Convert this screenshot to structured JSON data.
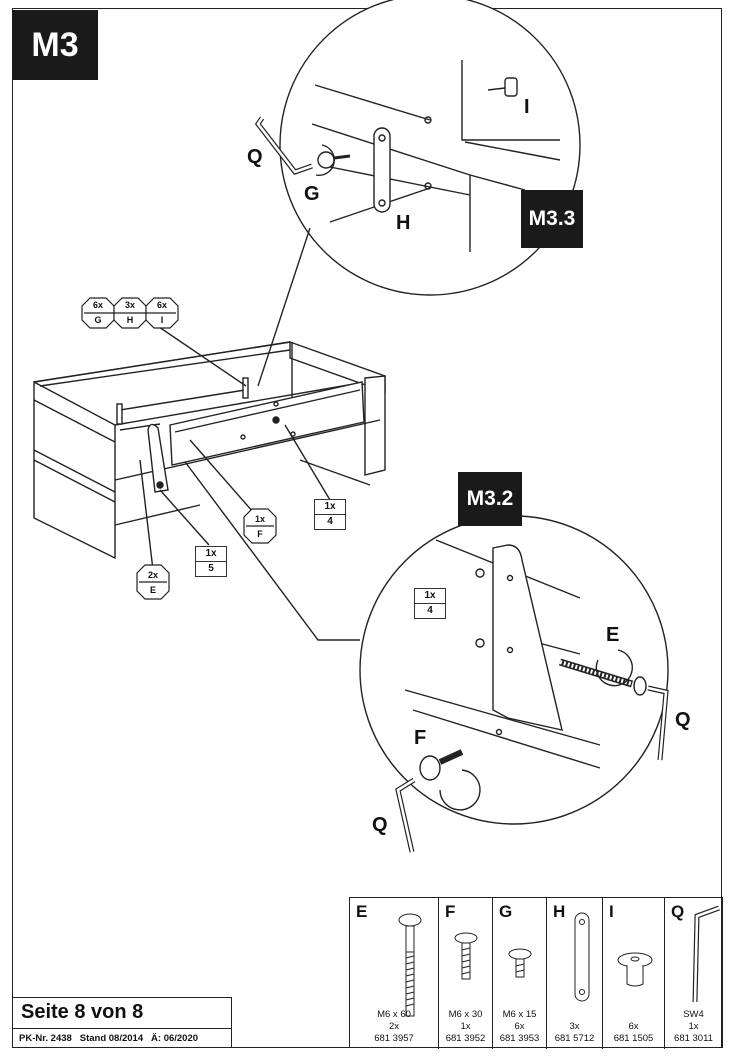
{
  "step": "M3",
  "substeps": {
    "top": "M3.3",
    "right": "M3.2"
  },
  "hardware_hex": [
    {
      "qty": "6x",
      "part": "G"
    },
    {
      "qty": "3x",
      "part": "H"
    },
    {
      "qty": "6x",
      "part": "I"
    }
  ],
  "callouts": {
    "f": {
      "qty": "1x",
      "part": "F"
    },
    "e": {
      "qty": "2x",
      "part": "E"
    },
    "p5": {
      "qty": "1x",
      "part": "5"
    },
    "p4": {
      "qty": "1x",
      "part": "4"
    },
    "p4_detail": {
      "qty": "1x",
      "part": "4"
    }
  },
  "detail_labels": {
    "q_top": "Q",
    "g": "G",
    "h": "H",
    "i": "I",
    "e": "E",
    "f": "F",
    "q_right": "Q",
    "q_bottom": "Q"
  },
  "parts": [
    {
      "letter": "E",
      "spec": "M6 x 60",
      "qty": "2x",
      "code": "681 3957"
    },
    {
      "letter": "F",
      "spec": "M6 x 30",
      "qty": "1x",
      "code": "681 3952"
    },
    {
      "letter": "G",
      "spec": "M6 x 15",
      "qty": "6x",
      "code": "681 3953"
    },
    {
      "letter": "H",
      "spec": "",
      "qty": "3x",
      "code": "681 5712"
    },
    {
      "letter": "I",
      "spec": "",
      "qty": "6x",
      "code": "681 1505"
    },
    {
      "letter": "Q",
      "spec": "SW4",
      "qty": "1x",
      "code": "681 3011"
    }
  ],
  "footer": {
    "page": "Seite 8 von 8",
    "pk": "PK-Nr. 2438",
    "stand": "Stand 08/2014",
    "revision": "Ä: 06/2020"
  }
}
